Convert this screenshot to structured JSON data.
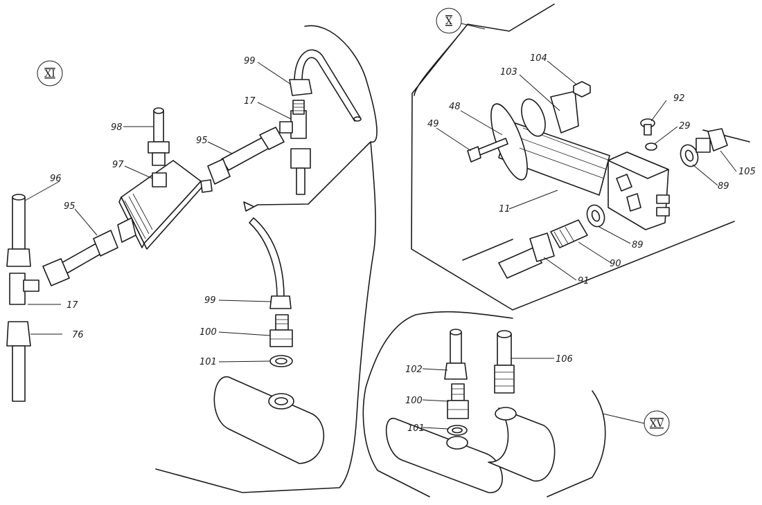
{
  "views": {
    "xi": "XI",
    "x": "X",
    "xv": "XV"
  },
  "labels": {
    "n99_top": "99",
    "n17_top": "17",
    "n98": "98",
    "n95_mid": "95",
    "n97": "97",
    "n96": "96",
    "n95_left": "95",
    "n17_left": "17",
    "n76": "76",
    "n99_bot": "99",
    "n100_mid": "100",
    "n101_mid": "101",
    "n104": "104",
    "n103": "103",
    "n48": "48",
    "n49": "49",
    "n92": "92",
    "n29": "29",
    "n105": "105",
    "n89_right": "89",
    "n11": "11",
    "n89_low": "89",
    "n90": "90",
    "n91": "91",
    "n102": "102",
    "n106": "106",
    "n100_low": "100",
    "n101_low": "101"
  }
}
